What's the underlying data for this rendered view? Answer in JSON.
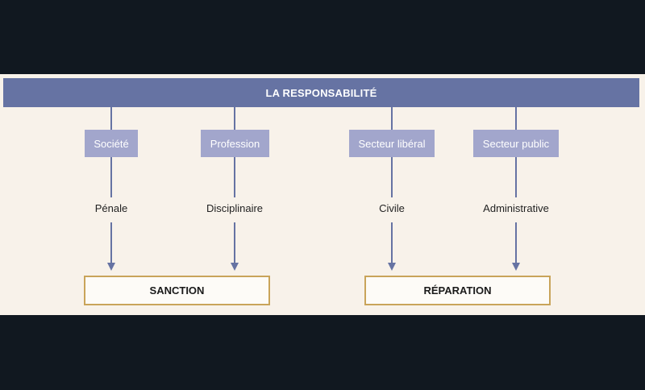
{
  "title": "LA RESPONSABILITÉ",
  "columns": [
    {
      "category": "Société",
      "type": "Pénale"
    },
    {
      "category": "Profession",
      "type": "Disciplinaire"
    },
    {
      "category": "Secteur libéral",
      "type": "Civile"
    },
    {
      "category": "Secteur public",
      "type": "Administrative"
    }
  ],
  "outcomes": [
    "SANCTION",
    "RÉPARATION"
  ],
  "colors": {
    "primary": "#6673a3",
    "secondary": "#a2a6cc",
    "outcome_border": "#c9a45a",
    "background": "#f8f2ea"
  }
}
